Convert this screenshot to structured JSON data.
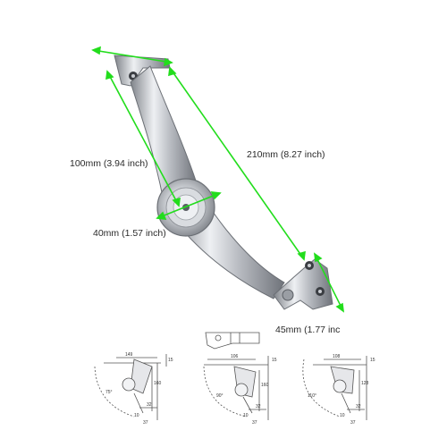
{
  "dimensions": {
    "length_total": "210mm (8.27 inch)",
    "length_arm": "100mm (3.94 inch)",
    "hub_diameter": "40mm (1.57 inch)",
    "bracket_width": "45mm (1.77 inc"
  },
  "diagrams": [
    {
      "angle": "75°",
      "labels": [
        "149",
        "15",
        "160",
        "32",
        "10",
        "37"
      ]
    },
    {
      "angle": "90°",
      "labels": [
        "106",
        "15",
        "160",
        "32",
        "10",
        "37"
      ]
    },
    {
      "angle": "110°",
      "labels": [
        "108",
        "15",
        "128",
        "32",
        "10",
        "37"
      ]
    }
  ],
  "colors": {
    "measure": "#22dd1c",
    "metal": "#b9bcc2",
    "line": "#555555"
  }
}
